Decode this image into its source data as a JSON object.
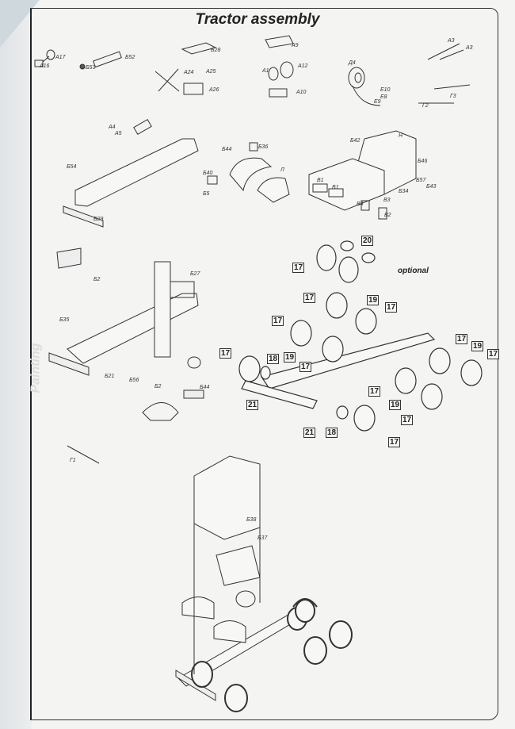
{
  "title": "Tractor assembly",
  "painting_label": "Painting",
  "optional_label": "optional",
  "part_labels": {
    "a16": "A16",
    "a17": "A17",
    "b53": "Б53",
    "b52": "Б52",
    "b28": "Б28",
    "a24": "A24",
    "a25": "A25",
    "a26": "A26",
    "a9": "A9",
    "a1": "A1",
    "a12": "A12",
    "a10": "A10",
    "d4": "Д4",
    "e10": "E10",
    "e8": "E8",
    "e9": "E9",
    "a3a": "A3",
    "a3b": "A3",
    "g2": "Г2",
    "g3": "Г3",
    "a4": "A4",
    "a5": "A5",
    "b54": "Б54",
    "b29": "Б29",
    "b44a": "Б44",
    "b36": "Б36",
    "l": "Л",
    "b40": "Б40",
    "b5": "Б5",
    "b42": "Б42",
    "n": "Н",
    "b46": "Б46",
    "b57": "Б57",
    "b34": "Б34",
    "b43": "Б43",
    "v1a": "В1",
    "v1b": "В1",
    "v4": "В4",
    "v3": "В3",
    "v2": "В2",
    "b2a": "Б2",
    "b27": "Б27",
    "b35": "Б35",
    "b21": "Б21",
    "b56": "Б56",
    "b2b": "Б2",
    "b44b": "Б44",
    "g1": "Г1",
    "b38": "Б38",
    "b37": "Б37"
  },
  "callouts": [
    "20",
    "17",
    "17",
    "19",
    "17",
    "17",
    "19",
    "17",
    "18",
    "17",
    "17",
    "19",
    "17",
    "21",
    "17",
    "19",
    "17",
    "21",
    "18",
    "17"
  ]
}
